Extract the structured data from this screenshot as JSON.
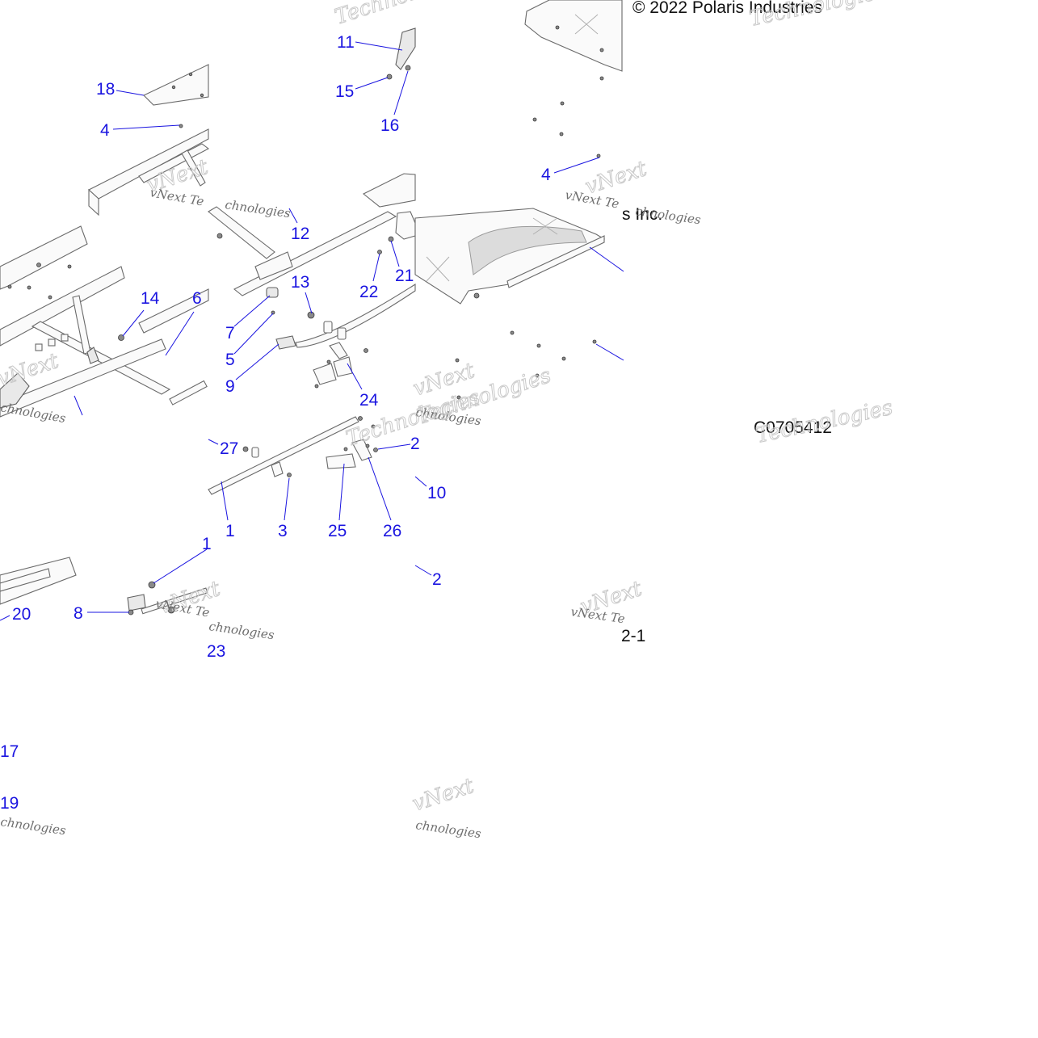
{
  "copyright": "© 2022 Polaris Industries",
  "copyright_fragment": "s Inc.",
  "drawing_id": "C0705412",
  "page_ref": "2-1",
  "watermark": {
    "line1": "vNext",
    "line2": "Technologies",
    "inline": "vNext Te",
    "inline2": "chnologies"
  },
  "callouts": {
    "c18": "18",
    "c4a": "4",
    "c11": "11",
    "c15": "15",
    "c16": "16",
    "c4b": "4",
    "c12": "12",
    "c13": "13",
    "c22": "22",
    "c21": "21",
    "c14": "14",
    "c6": "6",
    "c7": "7",
    "c5": "5",
    "c9": "9",
    "c24": "24",
    "c27": "27",
    "c2a": "2",
    "c10": "10",
    "c1": "1",
    "c3": "3",
    "c25": "25",
    "c26": "26",
    "c1b": "1",
    "c2b": "2",
    "c20": "20",
    "c8": "8",
    "c23": "23",
    "c17": "17",
    "c19": "19"
  }
}
